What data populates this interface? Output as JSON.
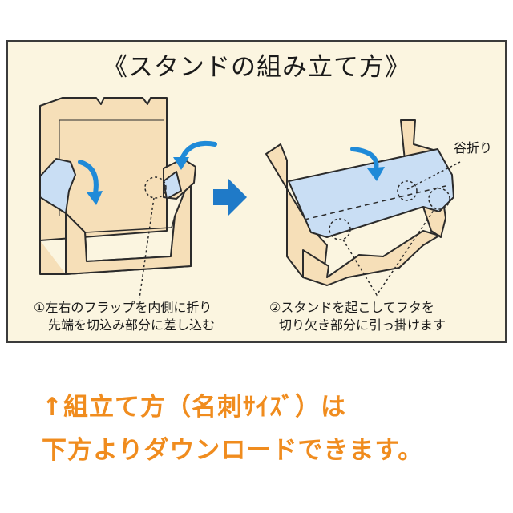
{
  "title": "《スタンドの組み立て方》",
  "steps": [
    {
      "line1": "①左右のフラップを内側に折り",
      "line2": "先端を切込み部分に差し込む"
    },
    {
      "line1": "②スタンドを起こしてフタを",
      "line2": "切り欠き部分に引っ掛けます"
    }
  ],
  "fold_label": "谷折り",
  "notes": [
    "↑組立て方（名刺ｻｲｽﾞ）は",
    "下方よりダウンロードできます。"
  ],
  "colors": {
    "panel_bg": "#fbf5e0",
    "box_fill": "#f6dfb8",
    "flap_fill": "#c9def4",
    "arrow_blue": "#1f8ad8",
    "note_orange": "#f08c1e"
  }
}
